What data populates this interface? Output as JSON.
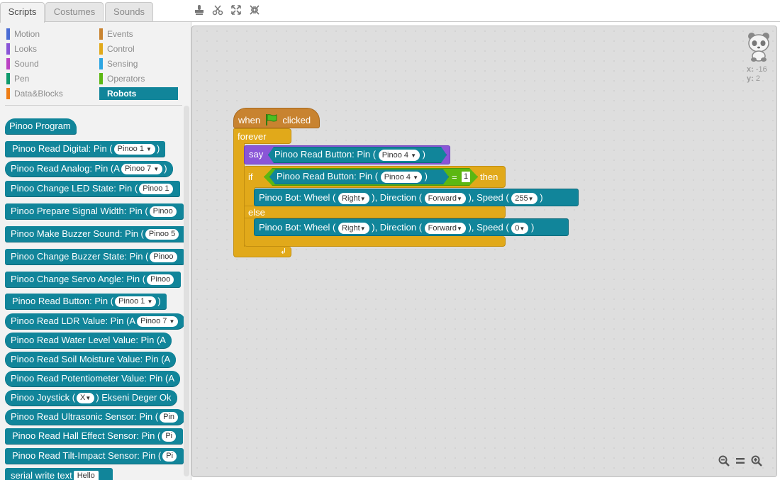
{
  "tabs": {
    "scripts": "Scripts",
    "costumes": "Costumes",
    "sounds": "Sounds"
  },
  "toolbar_icons": [
    "stamp-icon",
    "scissors-icon",
    "grow-icon",
    "shrink-icon"
  ],
  "categories": {
    "motion": {
      "label": "Motion",
      "color": "#4a6cd4"
    },
    "looks": {
      "label": "Looks",
      "color": "#8a55d7"
    },
    "sound": {
      "label": "Sound",
      "color": "#bb42c3"
    },
    "pen": {
      "label": "Pen",
      "color": "#0e9a6c"
    },
    "data": {
      "label": "Data&Blocks",
      "color": "#ee7d16"
    },
    "events": {
      "label": "Events",
      "color": "#c88330"
    },
    "control": {
      "label": "Control",
      "color": "#e1a91a"
    },
    "sensing": {
      "label": "Sensing",
      "color": "#2ca5e2"
    },
    "operators": {
      "label": "Operators",
      "color": "#5cb712"
    },
    "robots": {
      "label": "Robots",
      "color": "#11859a"
    }
  },
  "palette_blocks": {
    "b0": "Pinoo Program",
    "b1": "Pinoo Read Digital: Pin (",
    "b1_slot": "Pinoo 1",
    "b2": "Pinoo Read Analog: Pin (A",
    "b2_slot": "Pinoo 7",
    "b3": "Pinoo Change LED State: Pin (",
    "b3_slot": "Pinoo 1",
    "b4": "Pinoo Prepare Signal Width: Pin (",
    "b4_slot": "Pinoo",
    "b5": "Pinoo Make Buzzer Sound: Pin (",
    "b5_slot": "Pinoo 5",
    "b6": "Pinoo Change Buzzer State: Pin (",
    "b6_slot": "Pinoo",
    "b7": "Pinoo Change Servo Angle: Pin (",
    "b7_slot": "Pinoo",
    "b8": "Pinoo Read Button: Pin (",
    "b8_slot": "Pinoo 1",
    "b9": "Pinoo Read LDR Value: Pin (A",
    "b9_slot": "Pinoo 7",
    "b10": "Pinoo Read Water Level Value: Pin (A",
    "b11": "Pinoo Read Soil Moisture Value: Pin (A",
    "b12": "Pinoo Read Potentiometer Value: Pin (A",
    "b13a": "Pinoo Joystick (",
    "b13_slot": "X",
    "b13b": ") Ekseni Deger Ok",
    "b14": "Pinoo Read Ultrasonic Sensor: Pin (",
    "b14_slot": "Pin",
    "b15": "Pinoo Read Hall Effect Sensor: Pin (",
    "b15_slot": "Pi",
    "b16": "Pinoo Read Tilt-Impact Sensor: Pin (",
    "b16_slot": "Pi",
    "b17": "serial write text",
    "b17_slot": "Hello"
  },
  "sprite": {
    "x_label": "x:",
    "x_value": "-16",
    "y_label": "y:",
    "y_value": "2"
  },
  "script": {
    "hat_when": "when",
    "hat_clicked": "clicked",
    "forever": "forever",
    "say": "say",
    "say_reporter": "Pinoo Read Button: Pin (",
    "say_pin": "Pinoo 4",
    "if": "if",
    "cond_reporter": "Pinoo Read Button: Pin (",
    "cond_pin": "Pinoo 4",
    "eq": "=",
    "eq_value": "1",
    "then": "then",
    "wheel1_a": "Pinoo Bot: Wheel (",
    "wheel1_wheel": "Right",
    "wheel1_b": "), Direction (",
    "wheel1_dir": "Forward",
    "wheel1_c": "), Speed (",
    "wheel1_speed": "255",
    "else": "else",
    "wheel2_a": "Pinoo Bot: Wheel (",
    "wheel2_wheel": "Right",
    "wheel2_b": "), Direction (",
    "wheel2_dir": "Forward",
    "wheel2_c": "), Speed (",
    "wheel2_speed": "0",
    "close_paren": ")"
  },
  "zoom": [
    "zoom-out-icon",
    "zoom-reset-icon",
    "zoom-in-icon"
  ]
}
